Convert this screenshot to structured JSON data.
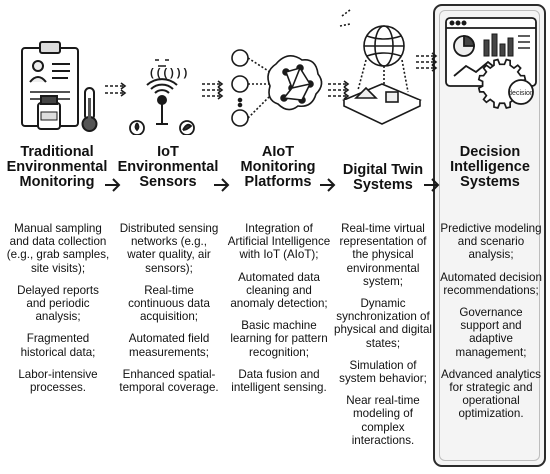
{
  "stages": [
    {
      "title": "Traditional Environmental Monitoring",
      "title_lines": [
        "Traditional",
        "Environmental",
        "Monitoring"
      ],
      "items": [
        "Manual sampling and data collection (e.g., grab samples, site visits);",
        "Delayed reports and periodic analysis;",
        "Fragmented historical data;",
        "Labor-intensive processes."
      ]
    },
    {
      "title": "IoT Environmental Sensors",
      "title_lines": [
        "IoT",
        "Environmental",
        "Sensors"
      ],
      "items": [
        "Distributed sensing networks (e.g., water quality, air sensors);",
        "Real-time continuous data acquisition;",
        "Automated field measurements;",
        "Enhanced spatial-temporal coverage."
      ]
    },
    {
      "title": "AIoT Monitoring Platforms",
      "title_lines": [
        "AIoT",
        "Monitoring",
        "Platforms"
      ],
      "items": [
        "Integration of Artificial Intelligence with IoT (AIoT);",
        "Automated data cleaning and anomaly detection;",
        "Basic machine learning for pattern recognition;",
        "Data fusion and intelligent sensing."
      ]
    },
    {
      "title": "Digital Twin Systems",
      "title_lines": [
        "Digital Twin",
        "Systems"
      ],
      "items": [
        "Real-time virtual representation of the physical environmental system;",
        "Dynamic synchronization of physical and digital states;",
        "Simulation of system behavior;",
        "Near real-time modeling of complex interactions."
      ]
    },
    {
      "title": "Decision Intelligence Systems",
      "title_lines": [
        "Decision",
        "Intelligence",
        "Systems"
      ],
      "items": [
        "Predictive modeling and scenario analysis;",
        "Automated decision recommendations;",
        "Governance support and adaptive management;",
        "Advanced analytics for strategic and operational optimization."
      ]
    }
  ],
  "icons": {
    "stage1": [
      "clipboard-icon",
      "sample-bottle-icon",
      "thermometer-icon"
    ],
    "stage2": [
      "wireless-tower-icon",
      "water-drop-sensor-icon",
      "leaf-sensor-icon",
      "wind-sensor-icon"
    ],
    "stage3": [
      "neural-network-brain-icon"
    ],
    "stage4": [
      "globe-digital-twin-icon"
    ],
    "stage5": [
      "dashboard-monitor-icon",
      "decision-gear-icon"
    ]
  },
  "gear_label": "decision",
  "colors": {
    "ink": "#1a1a1a",
    "highlight_bg": "#f4f4f4",
    "highlight_border": "#2b2b2b"
  }
}
